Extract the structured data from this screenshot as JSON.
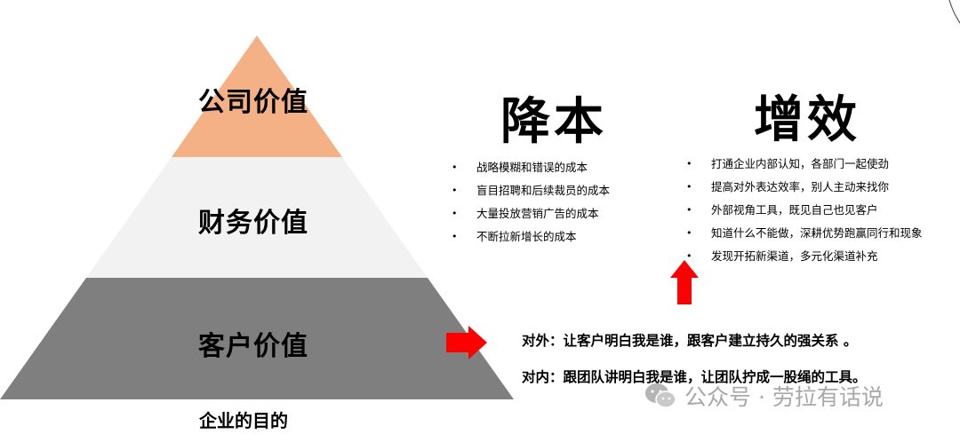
{
  "pyramid": {
    "layers": [
      {
        "label": "公司价值",
        "color": "#F5B186"
      },
      {
        "label": "财务价值",
        "color": "#F2F2F2"
      },
      {
        "label": "客户价值",
        "color": "#7F7F7F"
      }
    ],
    "caption": "企业的目的"
  },
  "cost_reduction": {
    "heading": "降本",
    "items": [
      "战略模糊和错误的成本",
      "盲目招聘和后续裁员的成本",
      "大量投放营销广告的成本",
      "不断拉新增长的成本"
    ]
  },
  "efficiency": {
    "heading": "增效",
    "items": [
      "打通企业内部认知，各部门一起使劲",
      "提高对外表达效率，别人主动来找你",
      "外部视角工具，既见自己也见客户",
      "知道什么不能做，深耕优势跑赢同行和现象",
      "发现开拓新渠道，多元化渠道补充"
    ]
  },
  "strategy": {
    "external": "对外：让客户明白我是谁，跟客户建立持久的强关系 。",
    "internal": "对内：跟团队讲明白我是谁，让团队拧成一股绳的工具。"
  },
  "arrows": {
    "color": "#FF0000",
    "icons": [
      "arrow-right-icon",
      "arrow-up-icon"
    ]
  },
  "watermark": {
    "text": "公众号 · 劳拉有话说",
    "icon": "wechat-icon"
  }
}
